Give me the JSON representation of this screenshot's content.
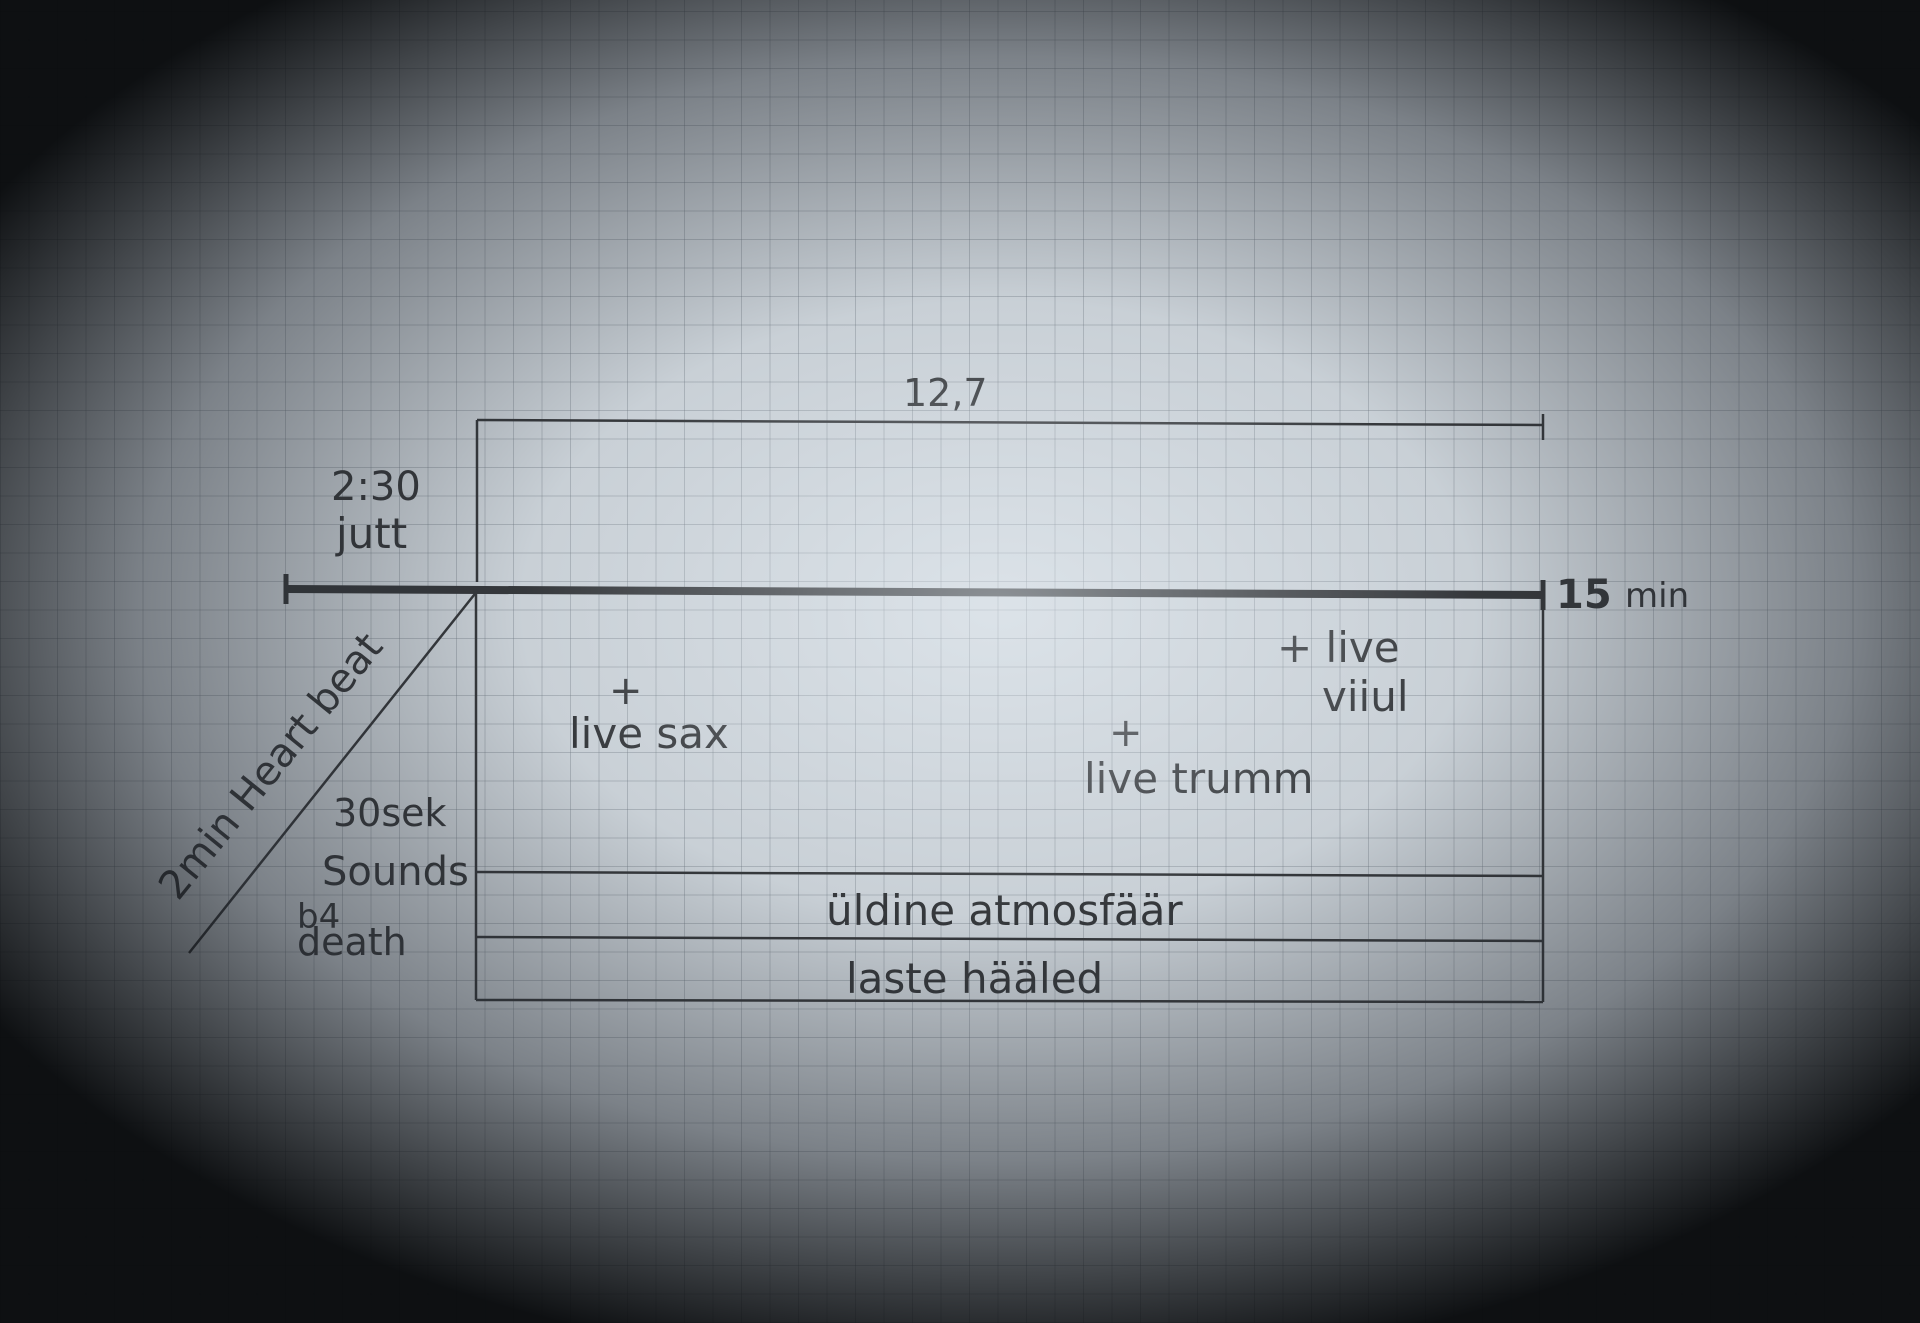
{
  "labels": {
    "top_span": "12,7",
    "intro_time": "2:30",
    "intro_name": "jutt",
    "end_value": "15",
    "end_unit": "min",
    "heartbeat": "2min Heart beat",
    "sounds_time": "30sek",
    "sounds_name": "Sounds",
    "sounds_b4": "b4",
    "sounds_death": "death",
    "sax_plus": "+",
    "sax": "live sax",
    "violin_plus_live": "+ live",
    "violin": "viiul",
    "drum_plus": "+",
    "drum": "live trumm",
    "atmosphere": "üldine atmosfäär",
    "kids": "laste hääled"
  },
  "colors": {
    "ink": "#1b1d20",
    "paper": "#c9d0d6",
    "grid": "#5a646e"
  }
}
